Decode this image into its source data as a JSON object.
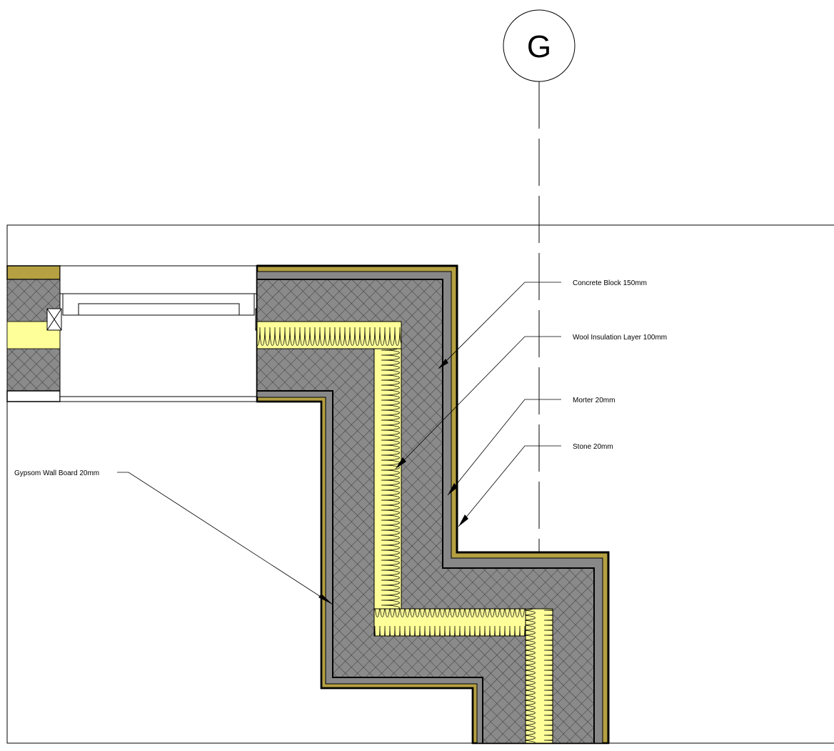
{
  "grid": {
    "letter": "G"
  },
  "callouts": {
    "concrete_block": "Concrete Block 150mm",
    "wool_insulation": "Wool Insulation Layer 100mm",
    "morter": "Morter 20mm",
    "stone": "Stone 20mm",
    "gypsum_board": "Gypsom Wall Board 20mm"
  },
  "colors": {
    "concrete": "#8a8a8a",
    "mortar": "#888888",
    "stone": "#b5a042",
    "insulation": "#ffff99",
    "gypsum": "#ffffff",
    "line": "#000000"
  }
}
